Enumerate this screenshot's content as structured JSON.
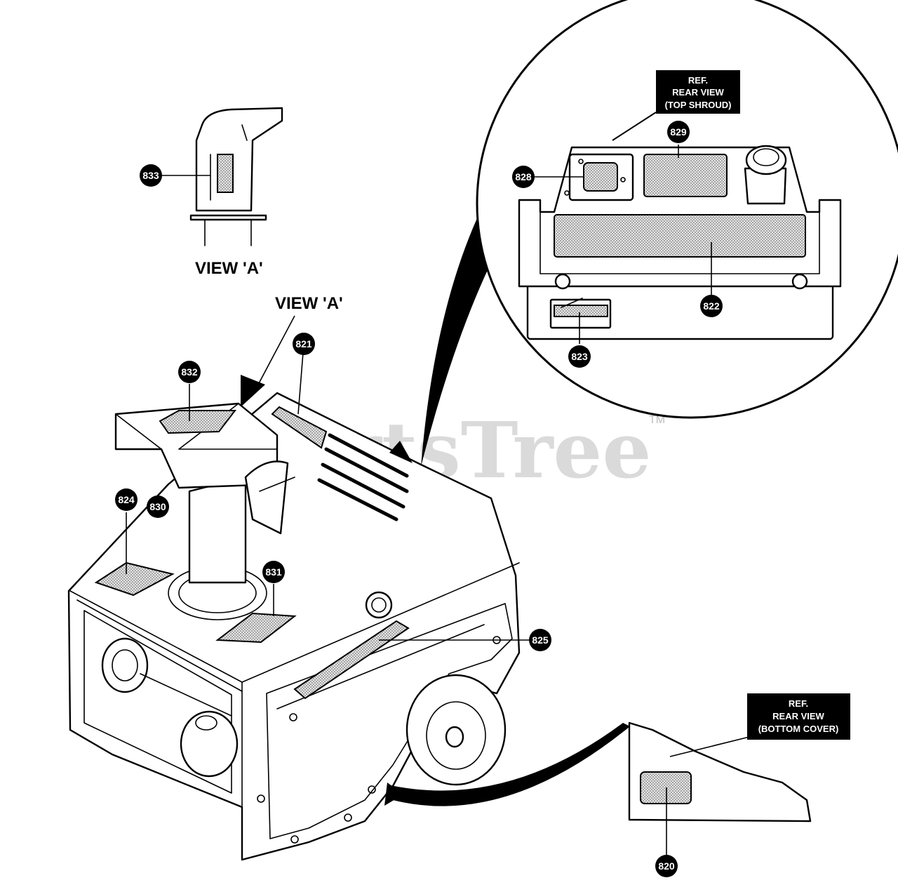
{
  "watermark": {
    "text": "PartsTree",
    "trademark": "TM"
  },
  "view_labels": {
    "detail": "VIEW 'A'",
    "arrow": "VIEW 'A'"
  },
  "ref_top": {
    "line1": "REF.",
    "line2": "REAR VIEW",
    "line3": "(TOP SHROUD)"
  },
  "ref_bottom": {
    "line1": "REF.",
    "line2": "REAR VIEW",
    "line3": "(BOTTOM COVER)"
  },
  "callouts": {
    "c833": "833",
    "c829": "829",
    "c828": "828",
    "c822": "822",
    "c823": "823",
    "c821": "821",
    "c832": "832",
    "c824": "824",
    "c830": "830",
    "c831": "831",
    "c825": "825",
    "c820": "820"
  }
}
